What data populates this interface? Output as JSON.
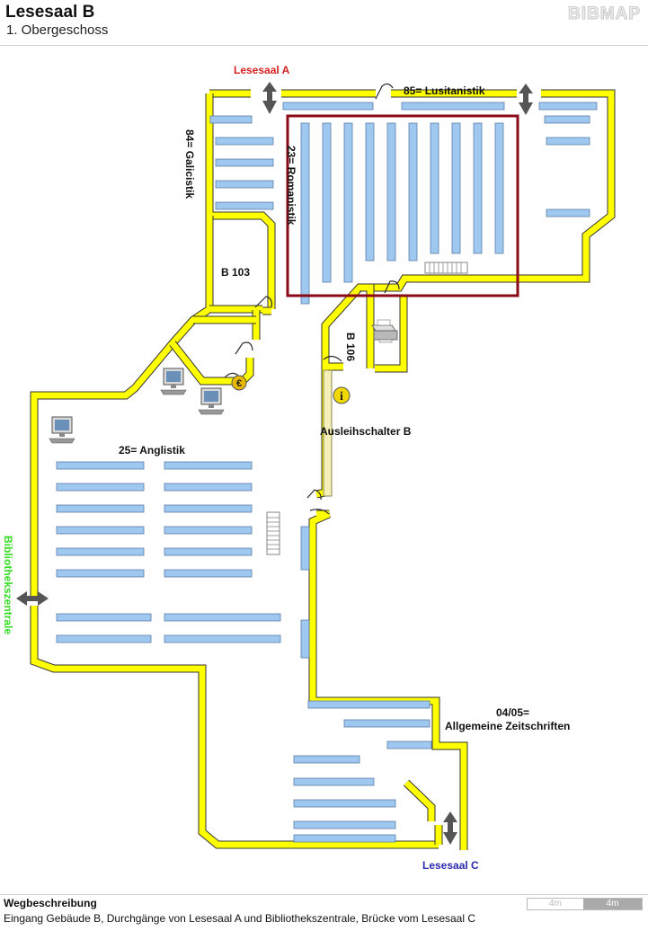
{
  "header": {
    "title": "Lesesaal B",
    "subtitle": "1. Obergeschoss",
    "logo": "BIBMAP"
  },
  "map": {
    "colors": {
      "wall": "#ffff00",
      "wall_outline": "#333333",
      "shelf": "#9fc8f0",
      "shelf_outline": "#5a7fa8",
      "highlight": "#8b0a1a",
      "info_badge": "#f0d800",
      "counter": "#f5efb8"
    },
    "labels": {
      "lesesaal_a": "Lesesaal A",
      "lusitanistik": "85= Lusitanistik",
      "galicistik": "84= Galicistik",
      "romanistik": "23= Romanistik",
      "room_b103": "B 103",
      "room_b106": "B 106",
      "ausleihschalter": "Ausleihschalter B",
      "anglistik": "25= Anglistik",
      "bibliothekszentrale": "Bibliothekszentrale",
      "zeitschriften_code": "04/05=",
      "zeitschriften_name": "Allgemeine Zeitschriften",
      "lesesaal_c": "Lesesaal C"
    },
    "icons": {
      "info": "i",
      "euro": "€"
    }
  },
  "footer": {
    "title": "Wegbeschreibung",
    "text": "Eingang Gebäude B, Durchgänge von Lesesaal A und Bibliothekszentrale, Brücke vom Lesesaal C",
    "scale_left": "4m",
    "scale_right": "4m"
  }
}
